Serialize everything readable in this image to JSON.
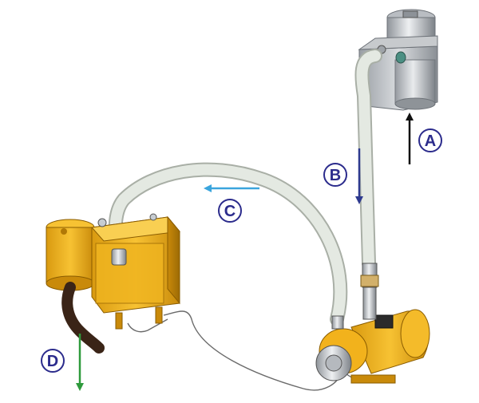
{
  "callouts": {
    "a": {
      "label": "A",
      "arrow_color": "#111111"
    },
    "b": {
      "label": "B",
      "arrow_color": "#2e3a8f"
    },
    "c": {
      "label": "C",
      "arrow_color": "#3aa5dd"
    },
    "d": {
      "label": "D",
      "arrow_color": "#2e9a3c"
    }
  },
  "colors": {
    "equipment_yellow": "#f2b21c",
    "equipment_shadow": "#c98a0a",
    "hose": "#e4e9e2",
    "hose_edge": "#a9afa6",
    "callout_ring": "#2b2b8c",
    "metal": "#c9ccd0"
  },
  "icons": {
    "separator_unit": "cyclone-separator-icon",
    "pump": "pump-motor-icon",
    "tank": "reservoir-tank-icon"
  }
}
